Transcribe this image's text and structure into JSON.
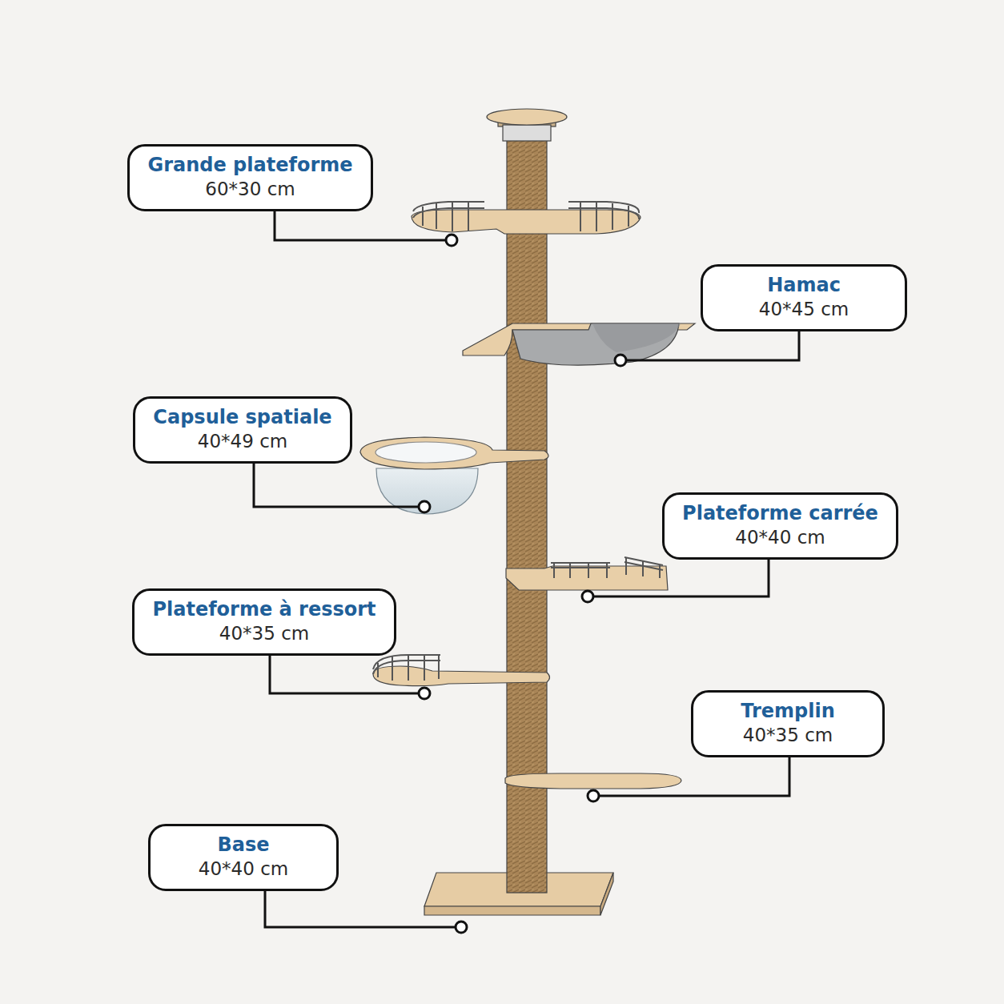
{
  "diagram": {
    "nodes": [
      {
        "text": [
          "Grande plateforme",
          "60*30 cm"
        ]
      },
      {
        "text": [
          "Hamac",
          "40*45 cm"
        ]
      },
      {
        "text": [
          "Capsule spatiale",
          "40*49 cm"
        ]
      },
      {
        "text": [
          "Plateforme carrée",
          "40*40 cm"
        ]
      },
      {
        "text": [
          "Plateforme à ressort",
          "40*35 cm"
        ]
      },
      {
        "text": [
          "Tremplin",
          "40*35 cm"
        ]
      },
      {
        "text": [
          "Base",
          "40*40 cm"
        ]
      }
    ]
  }
}
